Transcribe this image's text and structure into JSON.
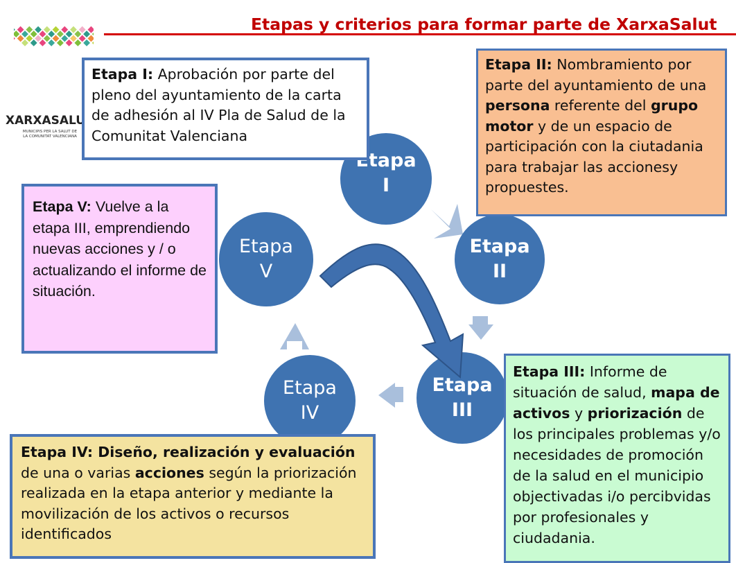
{
  "title": "Etapas y criterios para formar parte de XarxaSalut",
  "logo": {
    "name": "XARXASALUT",
    "tagline_line1": "MUNICIPIS PER LA SALUT DE",
    "tagline_line2": "LA COMUNITAT VALENCIANA"
  },
  "circles": {
    "i": {
      "line1": "Etapa",
      "line2": "I"
    },
    "ii": {
      "line1": "Etapa",
      "line2": "II"
    },
    "iii": {
      "line1": "Etapa",
      "line2": "III"
    },
    "iv": {
      "line1": "Etapa",
      "line2": "IV"
    },
    "v": {
      "line1": "Etapa",
      "line2": "V"
    }
  },
  "boxes": {
    "i": {
      "heading": "Etapa I:",
      "text": " Aprobación por parte del pleno del ayuntamiento de la carta de adhesión al IV Pla de Salud de la Comunitat Valenciana"
    },
    "ii": {
      "heading": "Etapa II:",
      "t1": " Nombramiento por parte del ayuntamiento de una ",
      "b1": "persona",
      "t2": " referente del ",
      "b2": "grupo motor",
      "t3": " y de un espacio de participación con la ciutadania para trabajar las accionesy propuestes."
    },
    "iii": {
      "heading": "Etapa III:",
      "t1": " Informe de situación de salud, ",
      "b1": "mapa de activos",
      "t2": " y ",
      "b2": "priorización",
      "t3": " de los principales problemas y/o necesidades de promoción de la salud en el municipio objectivadas i/o percibvidas por profesionales y ciudadania."
    },
    "iv": {
      "heading": "Etapa IV: Diseño, realización y evaluación",
      "t1": " de una o varias ",
      "b1": "acciones",
      "t2": " según la priorización realizada en la etapa anterior y mediante la movilización de los activos o recursos identificados"
    },
    "v": {
      "heading": "Etapa V:",
      "text": " Vuelve a la etapa III, emprendiendo nuevas acciones y / o actualizando el informe de situación."
    }
  },
  "colors": {
    "title": "#c00000",
    "circle": "#3f73b1",
    "cycle_arrow": "#a9bfdc",
    "big_arrow": "#3f6fae",
    "box_border": "#4a76b8",
    "box_ii_fill": "#f9bf92",
    "box_iii_fill": "#c9fbd2",
    "box_iv_fill": "#f4e3a0",
    "box_v_fill": "#fdd0fd"
  }
}
